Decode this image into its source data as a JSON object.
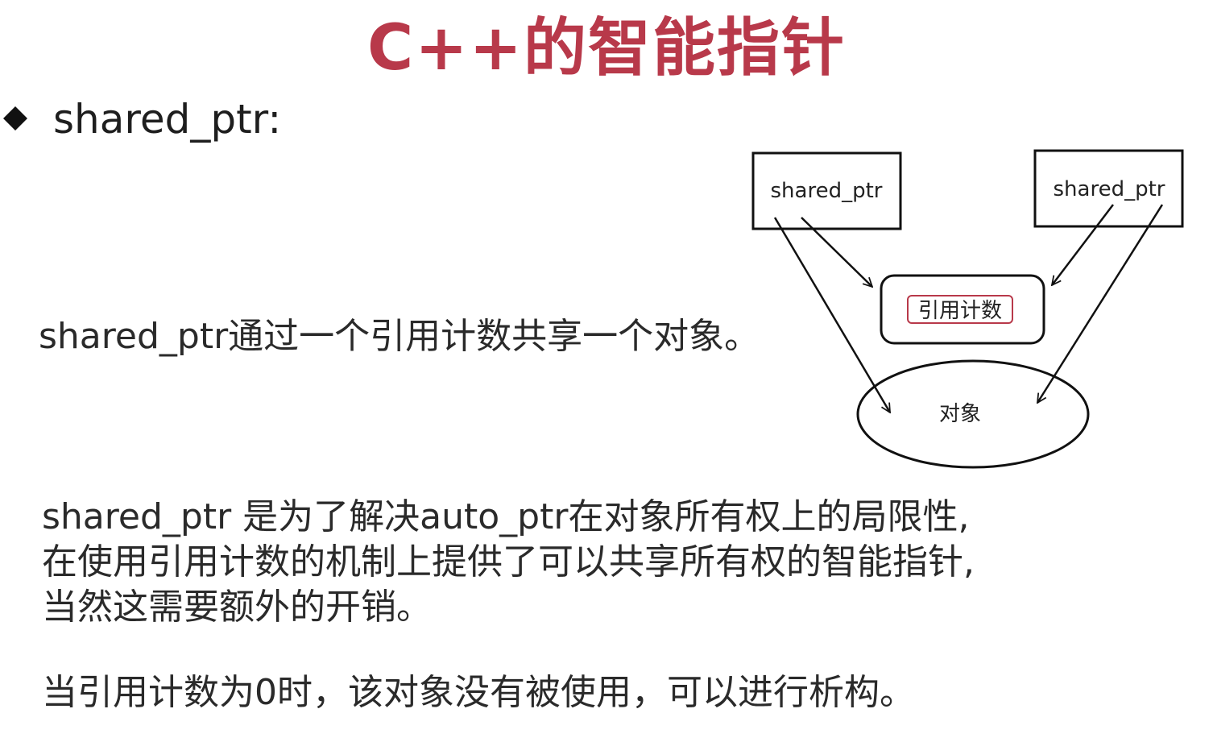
{
  "slide": {
    "title": "C++的智能指针",
    "bullet": "shared_ptr:",
    "paragraph1": "shared_ptr通过一个引用计数共享一个对象。",
    "paragraph2_lines": [
      "shared_ptr 是为了解决auto_ptr在对象所有权上的局限性,",
      "在使用引用计数的机制上提供了可以共享所有权的智能指针,",
      "当然这需要额外的开销。"
    ],
    "paragraph3": "当引用计数为0时，该对象没有被使用，可以进行析构。"
  },
  "diagram": {
    "box_left_label": "shared_ptr",
    "box_right_label": "shared_ptr",
    "refcount_label": "引用计数",
    "object_label": "对象"
  },
  "colors": {
    "title": "#b8394a",
    "text": "#2a2a2a",
    "refcount_highlight": "#b8394a"
  }
}
